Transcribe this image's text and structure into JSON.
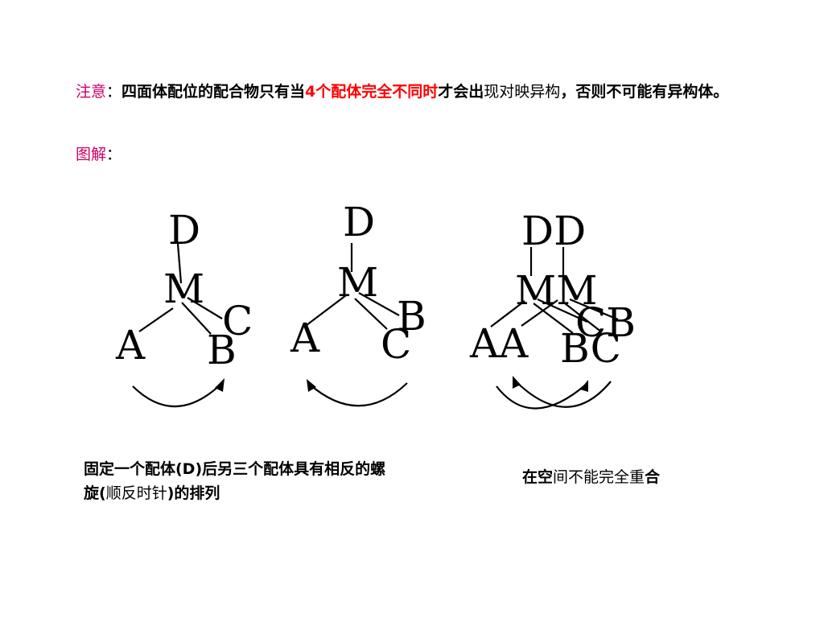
{
  "note": {
    "label": "注意",
    "colon": "：",
    "text_a": "四面体配位的配合物只有当",
    "highlight": "4个配体完全不同时",
    "text_b": "才会出",
    "text_c": "现对映异构",
    "text_d": "，否则不可能有异构体。"
  },
  "figure": {
    "label": "图解",
    "colon": "："
  },
  "diagram": {
    "left": {
      "top": "D",
      "center": "M",
      "left": "A",
      "right_up": "C",
      "right_down": "B"
    },
    "middle": {
      "top": "D",
      "center": "M",
      "left": "A",
      "right_up": "B",
      "right_down": "C"
    },
    "overlay": {
      "top": "DD",
      "center": "MM",
      "left": "AA",
      "right_up": "CB",
      "right_down": "BC"
    }
  },
  "captions": {
    "left_a": "固定一个配体(D)后另三个配体具有相反的螺旋(",
    "left_b": "顺反时针",
    "left_c": ")的排列",
    "right_a": "在空",
    "right_b": "间不能完全重",
    "right_c": "合"
  },
  "colors": {
    "label": "#cc0066",
    "highlight": "#ff0000"
  }
}
